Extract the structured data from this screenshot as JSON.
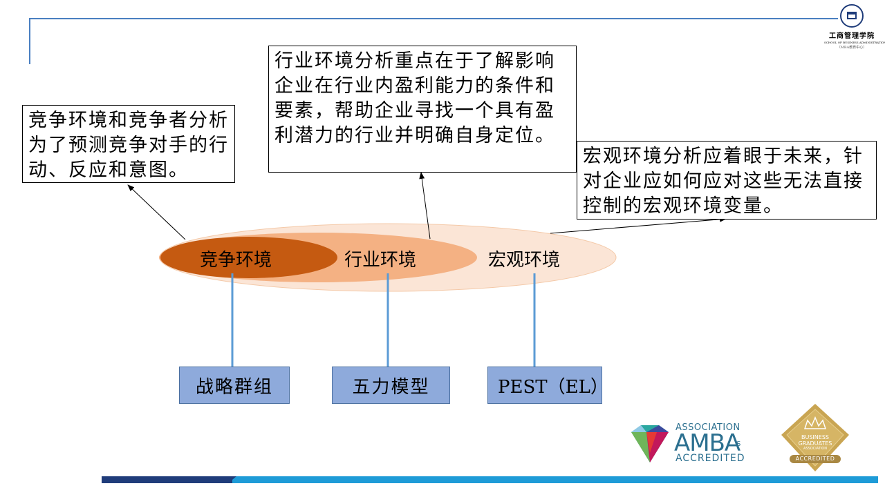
{
  "logo": {
    "name": "工商管理学院",
    "english": "SCHOOL OF BUSINESS ADMINISTRATION",
    "sub": "（MBA教育中心）"
  },
  "callouts": {
    "competitive": "竞争环境和竞争者分析为了预测竞争对手的行动、反应和意图。",
    "industry": "行业环境分析重点在于了解影响企业在行业内盈利能力的条件和要素，帮助企业寻找一个具有盈利潜力的行业并明确自身定位。",
    "macro": "宏观环境分析应着眼于未来，针对企业应如何应对这些无法直接控制的宏观环境变量。"
  },
  "ellipses": {
    "competitive": "竞争环境",
    "industry": "行业环境",
    "macro": "宏观环境"
  },
  "tools": {
    "strategic_groups": "战略群组",
    "five_forces": "五力模型",
    "pest": "PEST（EL）"
  },
  "badges": {
    "amba_association": "ASSOCIATION",
    "amba_main": "AMBA",
    "amba_s": "S",
    "amba_accredited": "ACCREDITED",
    "bga_line1": "BUSINESS",
    "bga_line2": "GRADUATES",
    "bga_line3": "ASSOCIATION",
    "bga_accredited": "ACCREDITED"
  },
  "colors": {
    "frame_line": "#4a7fc1",
    "ellipse_competitive": "#c55a11",
    "ellipse_industry": "#f4b183",
    "ellipse_macro": "#fbe5d6",
    "tool_box": "#8eaadb",
    "connector": "#5b9bd5",
    "footer_dark": "#1f3c7a",
    "footer_light": "#1e9bd7"
  }
}
